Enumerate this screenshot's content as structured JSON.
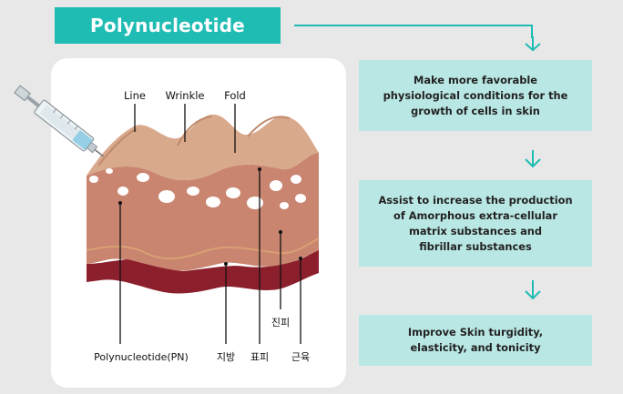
{
  "title": "Polynucleotide",
  "steps": [
    {
      "lines": [
        "Make more favorable",
        "physiological conditions for the",
        "growth of cells in skin"
      ]
    },
    {
      "lines": [
        "Assist to increase the production",
        "of Amorphous extra-cellular",
        "matrix substances and",
        "fibrillar substances"
      ]
    },
    {
      "lines": [
        "Improve Skin turgidity,",
        "elasticity, and tonicity"
      ]
    }
  ],
  "diagram": {
    "top_labels": {
      "line": "Line",
      "wrinkle": "Wrinkle",
      "fold": "Fold"
    },
    "bottom_labels": {
      "pn": "Polynucleotide(PN)",
      "fat": "지방",
      "epidermis": "표피",
      "dermis": "진피",
      "muscle": "근육"
    }
  },
  "colors": {
    "accent": "#1fbcb4",
    "step_fill": "#b9e7e4",
    "skin_top": "#d9a98c",
    "dermis": "#c9856f",
    "fat_layer": "#8b1f2b"
  },
  "icons": [
    "down-arrow-icon",
    "syringe-icon"
  ]
}
